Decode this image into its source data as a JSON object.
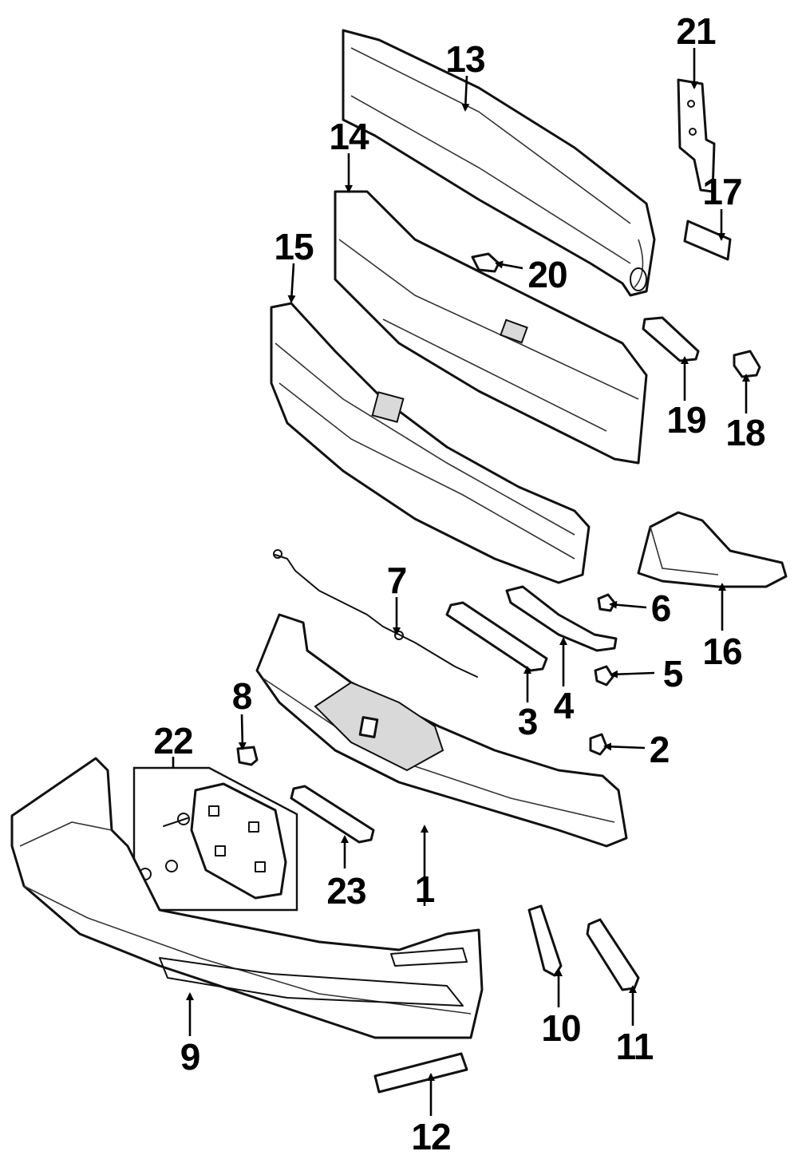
{
  "callouts": {
    "c1": "1",
    "c2": "2",
    "c3": "3",
    "c4": "4",
    "c5": "5",
    "c6": "6",
    "c7": "7",
    "c8": "8",
    "c9": "9",
    "c10": "10",
    "c11": "11",
    "c12": "12",
    "c13": "13",
    "c14": "14",
    "c15": "15",
    "c16": "16",
    "c17": "17",
    "c18": "18",
    "c19": "19",
    "c20": "20",
    "c21": "21",
    "c22": "22",
    "c23": "23"
  },
  "colors": {
    "line": "#111111",
    "fill": "#ffffff",
    "background": "#ffffff"
  }
}
